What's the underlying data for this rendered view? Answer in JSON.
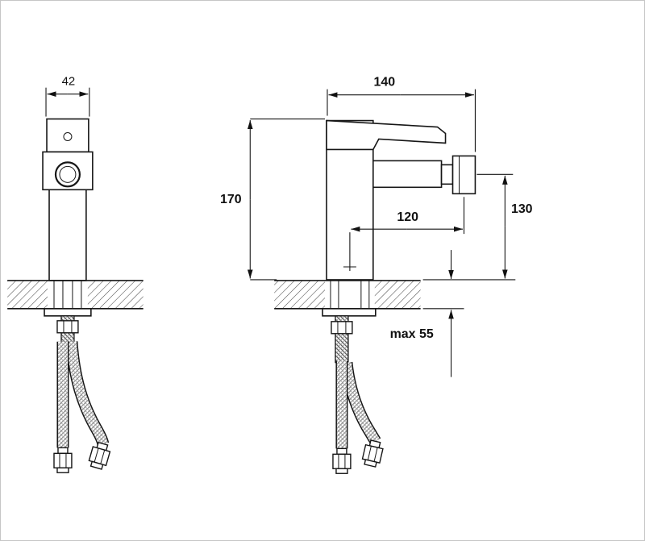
{
  "drawing": {
    "dimensions": {
      "front_width": "42",
      "overall_length": "140",
      "height": "170",
      "spout_reach": "120",
      "spout_height": "130",
      "max_deck_thickness": "max 55"
    },
    "colors": {
      "line": "#161616",
      "background": "#ffffff",
      "border": "#c6c6c6"
    }
  }
}
